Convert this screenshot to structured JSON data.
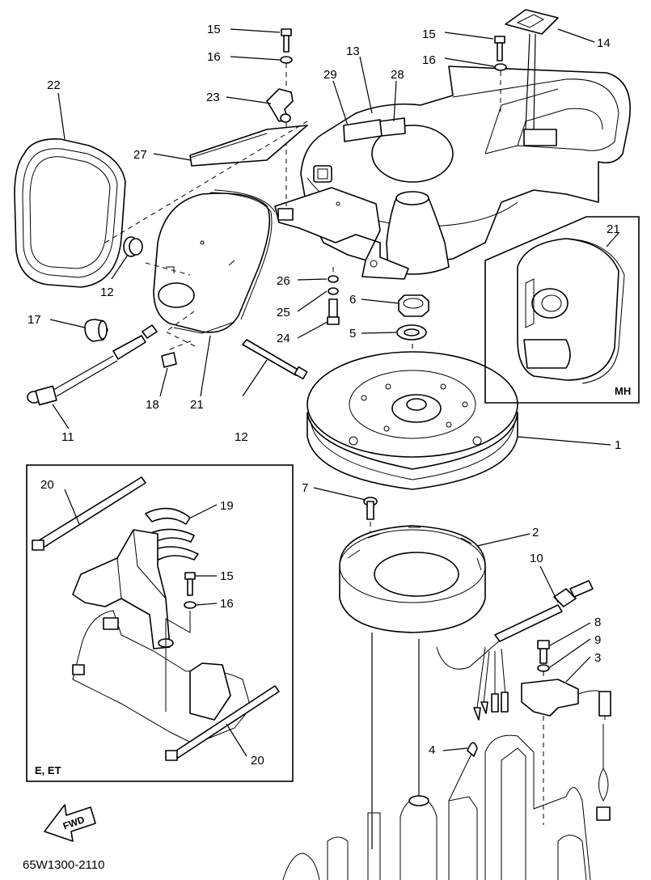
{
  "labels": {
    "l1": "1",
    "l2": "2",
    "l3": "3",
    "l4": "4",
    "l5": "5",
    "l6": "6",
    "l7": "7",
    "l8": "8",
    "l9": "9",
    "l10": "10",
    "l11": "11",
    "l12a": "12",
    "l12b": "12",
    "l13": "13",
    "l14": "14",
    "l15a": "15",
    "l15b": "15",
    "l15c": "15",
    "l16a": "16",
    "l16b": "16",
    "l16c": "16",
    "l17": "17",
    "l18": "18",
    "l19": "19",
    "l20a": "20",
    "l20b": "20",
    "l21a": "21",
    "l21b": "21",
    "l22": "22",
    "l23": "23",
    "l24": "24",
    "l25": "25",
    "l26": "26",
    "l27": "27",
    "l28": "28",
    "l29": "29"
  },
  "inset_mh": {
    "tag": "MH"
  },
  "inset_e": {
    "tag": "E, ET"
  },
  "fwd_arrow": {
    "text": "FWD"
  },
  "diagram_code": "65W1300-2110"
}
